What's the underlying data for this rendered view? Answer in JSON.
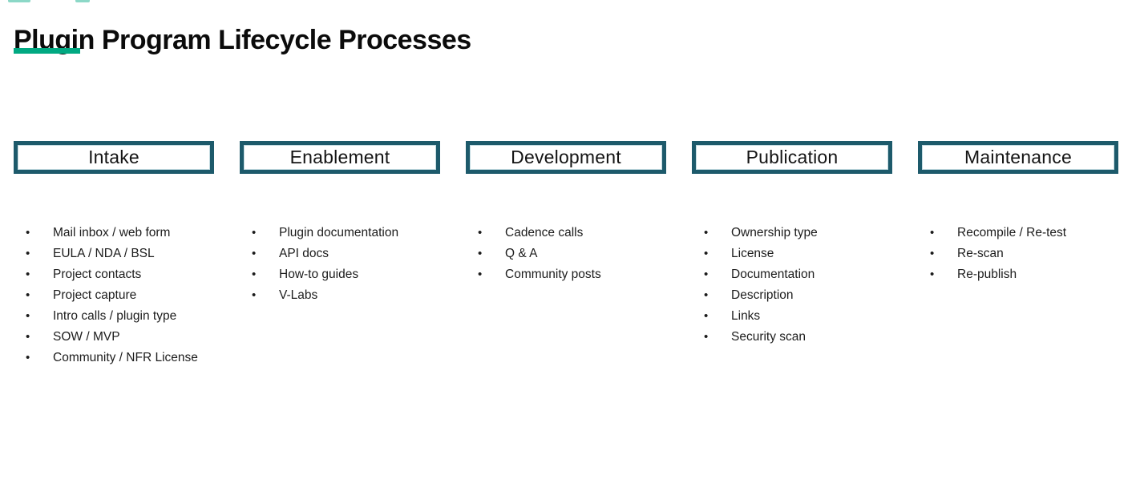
{
  "page": {
    "title": "Plugin Program Lifecycle Processes",
    "accent_color": "#01a982",
    "box_border_color": "#1d5a6b"
  },
  "columns": [
    {
      "header": "Intake",
      "items": [
        "Mail inbox / web form",
        "EULA / NDA / BSL",
        "Project contacts",
        "Project capture",
        "Intro calls / plugin type",
        "SOW / MVP",
        "Community / NFR License"
      ]
    },
    {
      "header": "Enablement",
      "items": [
        "Plugin documentation",
        "API docs",
        "How-to guides",
        "V-Labs"
      ]
    },
    {
      "header": "Development",
      "items": [
        "Cadence calls",
        "Q & A",
        "Community posts"
      ]
    },
    {
      "header": "Publication",
      "items": [
        "Ownership type",
        "License",
        "Documentation",
        "Description",
        "Links",
        "Security scan"
      ]
    },
    {
      "header": "Maintenance",
      "items": [
        "Recompile / Re-test",
        "Re-scan",
        "Re-publish"
      ]
    }
  ]
}
